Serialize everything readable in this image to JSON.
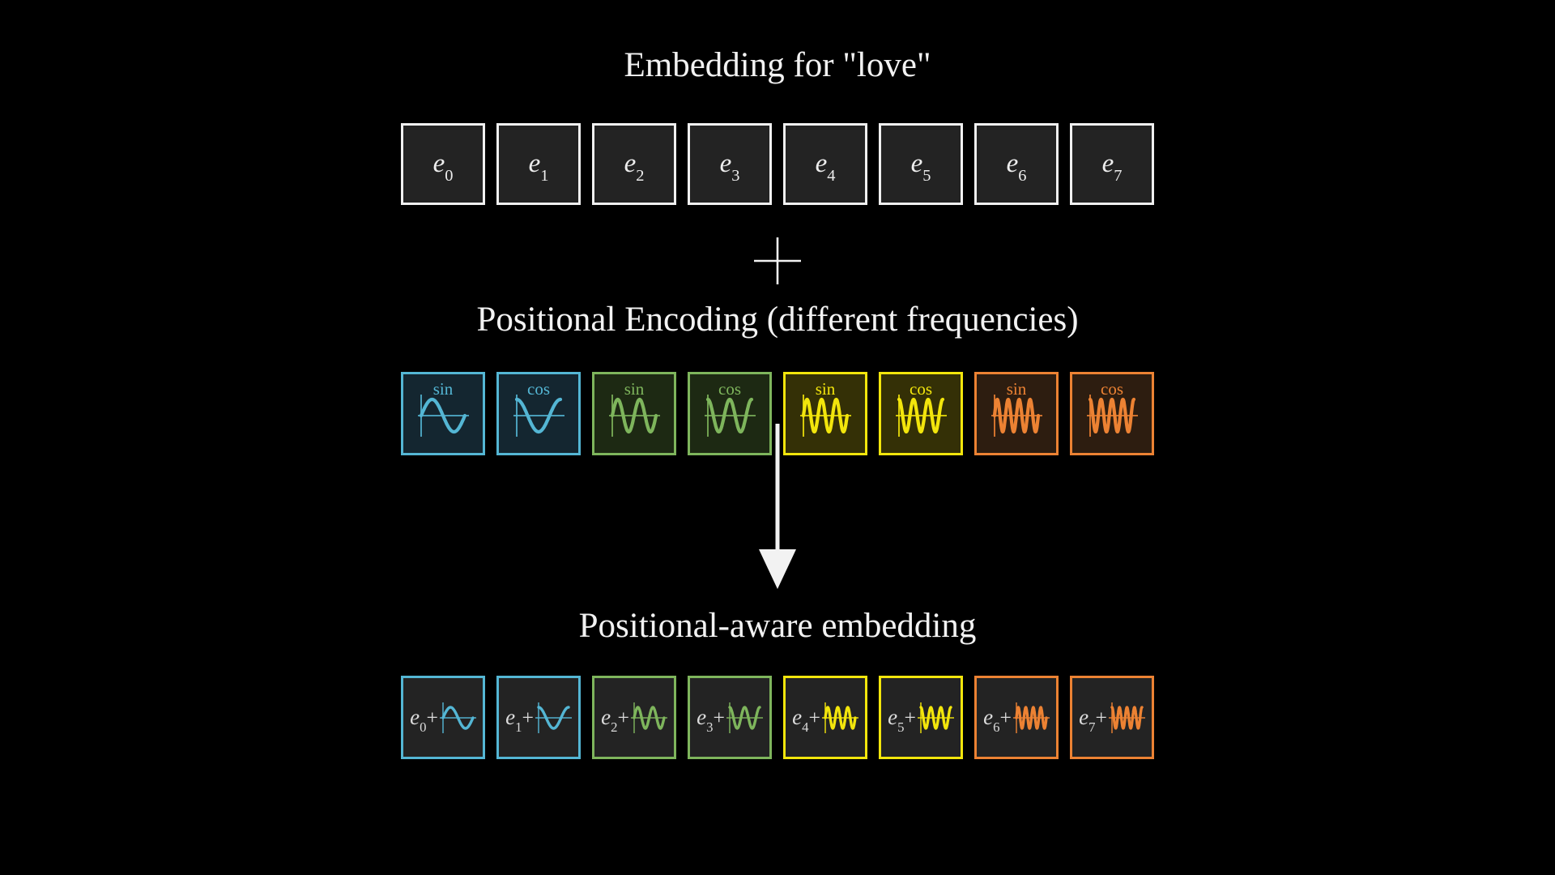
{
  "titles": {
    "embedding": "Embedding for \"love\"",
    "encoding": "Positional Encoding (different frequencies)",
    "output": "Positional-aware embedding"
  },
  "operators": {
    "plus": "+"
  },
  "icons": {
    "plus": "plus-icon",
    "arrow": "down-arrow-icon"
  },
  "colors": {
    "background": "#000000",
    "text": "#f2f2f2",
    "box_border": "#f0f0f0",
    "box_fill": "#232323",
    "arrow": "#f2f2f2",
    "blue": {
      "border": "#54b6d4",
      "fill": "#142630"
    },
    "green": {
      "border": "#7eb55c",
      "fill": "#1d2913"
    },
    "yellow": {
      "border": "#f2e50c",
      "fill": "#343006"
    },
    "orange": {
      "border": "#ec8233",
      "fill": "#2d1d10"
    }
  },
  "embedding_row": {
    "cells": [
      {
        "base": "e",
        "sub": "0"
      },
      {
        "base": "e",
        "sub": "1"
      },
      {
        "base": "e",
        "sub": "2"
      },
      {
        "base": "e",
        "sub": "3"
      },
      {
        "base": "e",
        "sub": "4"
      },
      {
        "base": "e",
        "sub": "5"
      },
      {
        "base": "e",
        "sub": "6"
      },
      {
        "base": "e",
        "sub": "7"
      }
    ]
  },
  "encoding_row": {
    "cells": [
      {
        "label": "sin",
        "type": "sin",
        "periods": 1,
        "color_key": "blue"
      },
      {
        "label": "cos",
        "type": "cos",
        "periods": 1,
        "color_key": "blue"
      },
      {
        "label": "sin",
        "type": "sin",
        "periods": 2,
        "color_key": "green"
      },
      {
        "label": "cos",
        "type": "cos",
        "periods": 2,
        "color_key": "green"
      },
      {
        "label": "sin",
        "type": "sin",
        "periods": 3,
        "color_key": "yellow"
      },
      {
        "label": "cos",
        "type": "cos",
        "periods": 3,
        "color_key": "yellow"
      },
      {
        "label": "sin",
        "type": "sin",
        "periods": 4,
        "color_key": "orange"
      },
      {
        "label": "cos",
        "type": "cos",
        "periods": 4,
        "color_key": "orange"
      }
    ]
  },
  "output_row": {
    "cells": [
      {
        "base": "e",
        "sub": "0",
        "plus": "+",
        "type": "sin",
        "periods": 1,
        "color_key": "blue"
      },
      {
        "base": "e",
        "sub": "1",
        "plus": "+",
        "type": "cos",
        "periods": 1,
        "color_key": "blue"
      },
      {
        "base": "e",
        "sub": "2",
        "plus": "+",
        "type": "sin",
        "periods": 2,
        "color_key": "green"
      },
      {
        "base": "e",
        "sub": "3",
        "plus": "+",
        "type": "cos",
        "periods": 2,
        "color_key": "green"
      },
      {
        "base": "e",
        "sub": "4",
        "plus": "+",
        "type": "sin",
        "periods": 3,
        "color_key": "yellow"
      },
      {
        "base": "e",
        "sub": "5",
        "plus": "+",
        "type": "cos",
        "periods": 3,
        "color_key": "yellow"
      },
      {
        "base": "e",
        "sub": "6",
        "plus": "+",
        "type": "sin",
        "periods": 4,
        "color_key": "orange"
      },
      {
        "base": "e",
        "sub": "7",
        "plus": "+",
        "type": "cos",
        "periods": 4,
        "color_key": "orange"
      }
    ]
  }
}
